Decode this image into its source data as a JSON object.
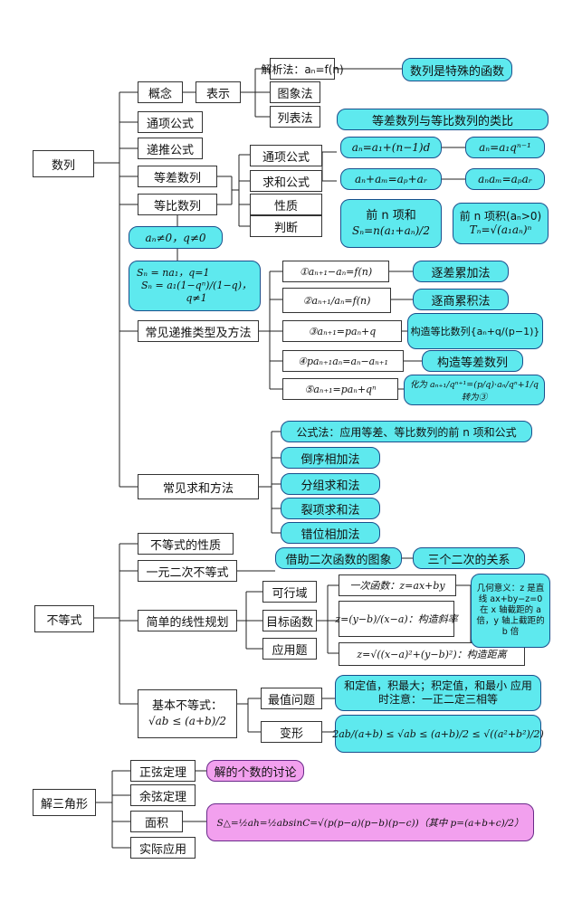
{
  "colors": {
    "cyan": "#5ee9ee",
    "pink": "#f2a0ee",
    "line": "#222222"
  },
  "sequence": {
    "root": "数列",
    "concept": "概念",
    "representation": "表示",
    "analytic": "解析法：aₙ=f(n)",
    "special_function": "数列是特殊的函数",
    "graph": "图象法",
    "table": "列表法",
    "general_term": "通项公式",
    "recursive": "递推公式",
    "arithmetic": "等差数列",
    "geometric": "等比数列",
    "analogy_title": "等差数列与等比数列的类比",
    "props": [
      "通项公式",
      "求和公式",
      "性质",
      "判断"
    ],
    "arith_general": "aₙ=a₁+(n−1)d",
    "geo_general": "aₙ=a₁qⁿ⁻¹",
    "arith_prop": "aₙ+aₘ=aₚ+aᵣ",
    "geo_prop": "aₙaₘ=aₚaᵣ",
    "arith_sum_title": "前 n 项和",
    "arith_sum_formula": "Sₙ=n(a₁+aₙ)/2",
    "geo_prod_title": "前 n 项积(aₙ>0)",
    "geo_prod_formula": "Tₙ=√(a₁aₙ)ⁿ",
    "geo_condition": "aₙ≠0，q≠0",
    "geo_sum_formula_1": "Sₙ = na₁，q=1",
    "geo_sum_formula_2": "Sₙ = a₁(1−qⁿ)/(1−q)，q≠1",
    "recursion_methods": "常见递推类型及方法",
    "recursion_types": [
      {
        "type": "①aₙ₊₁−aₙ=f(n)",
        "method": "逐差累加法"
      },
      {
        "type": "②aₙ₊₁/aₙ=f(n)",
        "method": "逐商累积法"
      },
      {
        "type": "③aₙ₊₁=paₙ+q",
        "method": "构造等比数列{aₙ+q/(p−1)}"
      },
      {
        "type": "④paₙ₊₁aₙ=aₙ−aₙ₊₁",
        "method": "构造等差数列"
      },
      {
        "type": "⑤aₙ₊₁=paₙ+qⁿ",
        "method": "化为 aₙ₊₁/qⁿ⁺¹=(p/q)·aₙ/qⁿ+1/q 转为③"
      }
    ],
    "summation_methods": "常见求和方法",
    "summation_list": [
      "公式法：应用等差、等比数列的前 n 项和公式",
      "倒序相加法",
      "分组求和法",
      "裂项求和法",
      "错位相加法"
    ]
  },
  "inequality": {
    "root": "不等式",
    "properties": "不等式的性质",
    "quadratic": "一元二次不等式",
    "quadratic_hint": "借助二次函数的图象",
    "three_quadratics": "三个二次的关系",
    "linear_programming": "简单的线性规划",
    "lp_items": [
      "可行域",
      "目标函数",
      "应用题"
    ],
    "objective_1": "一次函数：z=ax+by",
    "objective_2": "z=(y−b)/(x−a)：构造斜率",
    "objective_3": "z=√((x−a)²+(y−b)²)：构造距离",
    "geometry_meaning": "几何意义：z 是直线 ax+by−z=0 在 x 轴截距的 a 倍，y 轴上截距的 b 倍",
    "basic_title": "基本不等式：",
    "basic_formula": "√ab ≤ (a+b)/2",
    "extreme": "最值问题",
    "extreme_rule": "和定值，积最大；积定值，和最小 应用时注意：一正二定三相等",
    "transform": "变形",
    "transform_formula": "2ab/(a+b) ≤ √ab ≤ (a+b)/2 ≤ √((a²+b²)/2)"
  },
  "triangle": {
    "root": "解三角形",
    "sine": "正弦定理",
    "sine_note": "解的个数的讨论",
    "cosine": "余弦定理",
    "area": "面积",
    "area_formula": "S△=½ah=½absinC=√(p(p−a)(p−b)(p−c))（其中 p=(a+b+c)/2）",
    "application": "实际应用"
  }
}
